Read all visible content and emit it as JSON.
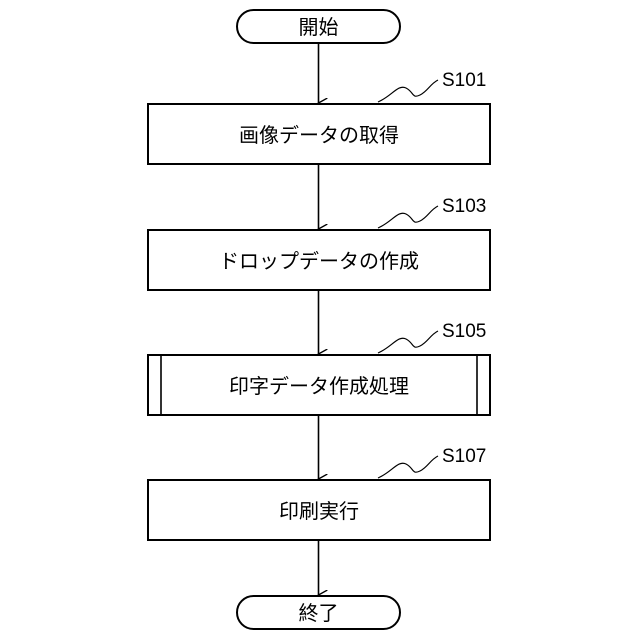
{
  "flowchart": {
    "start": {
      "label": "開始"
    },
    "steps": [
      {
        "id": "S101",
        "label": "画像データの取得",
        "type": "process"
      },
      {
        "id": "S103",
        "label": "ドロップデータの作成",
        "type": "process"
      },
      {
        "id": "S105",
        "label": "印字データ作成処理",
        "type": "predefined-process"
      },
      {
        "id": "S107",
        "label": "印刷実行",
        "type": "process"
      }
    ],
    "end": {
      "label": "終了"
    }
  }
}
